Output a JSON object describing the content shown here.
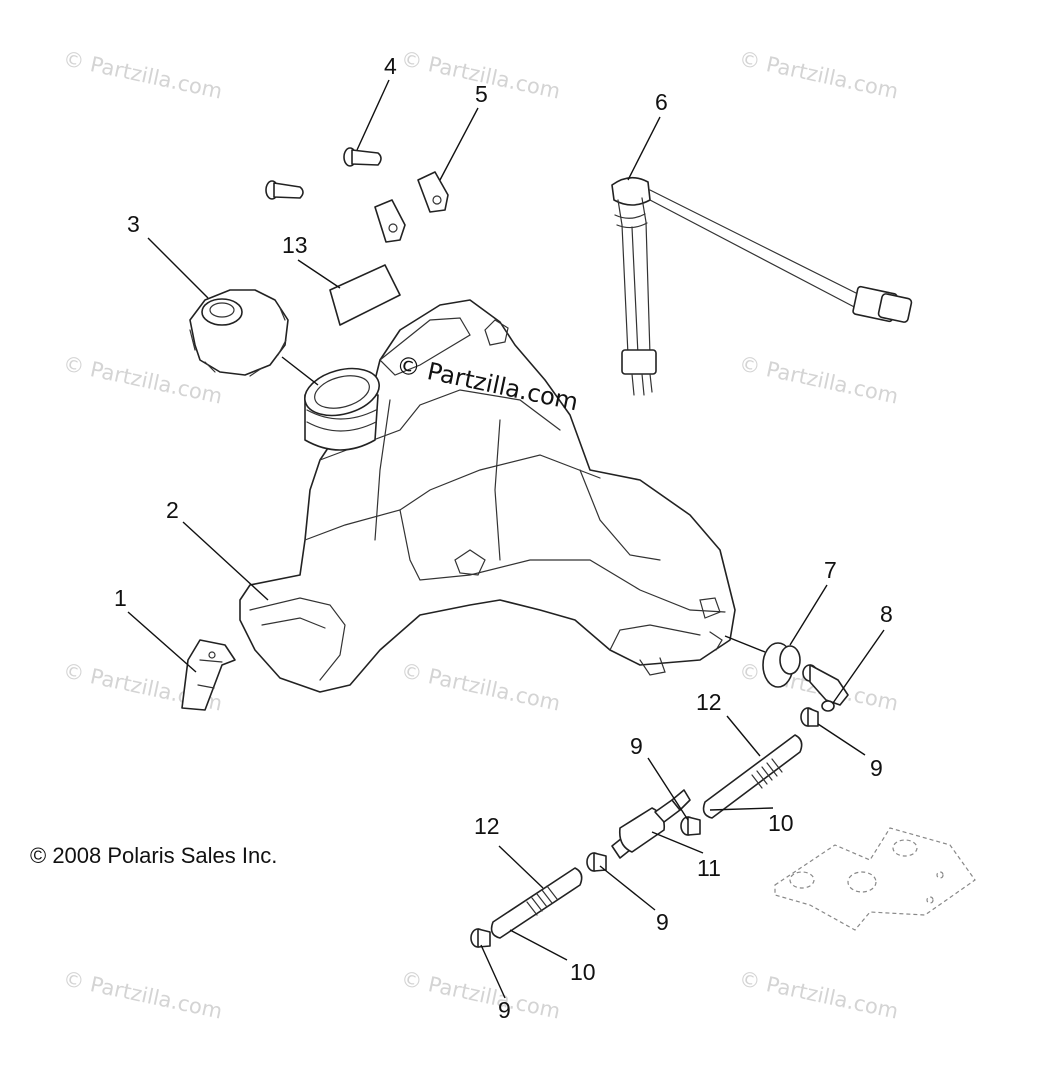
{
  "diagram": {
    "callouts": {
      "c1": "1",
      "c2": "2",
      "c3": "3",
      "c4": "4",
      "c5": "5",
      "c6": "6",
      "c7": "7",
      "c8": "8",
      "c9a": "9",
      "c9b": "9",
      "c9c": "9",
      "c9d": "9",
      "c10a": "10",
      "c10b": "10",
      "c11": "11",
      "c12a": "12",
      "c12b": "12",
      "c13": "13"
    },
    "copyright": "© 2008 Polaris Sales Inc.",
    "watermark": "© Partzilla.com",
    "watermark_tile": "© Partzilla.com"
  }
}
